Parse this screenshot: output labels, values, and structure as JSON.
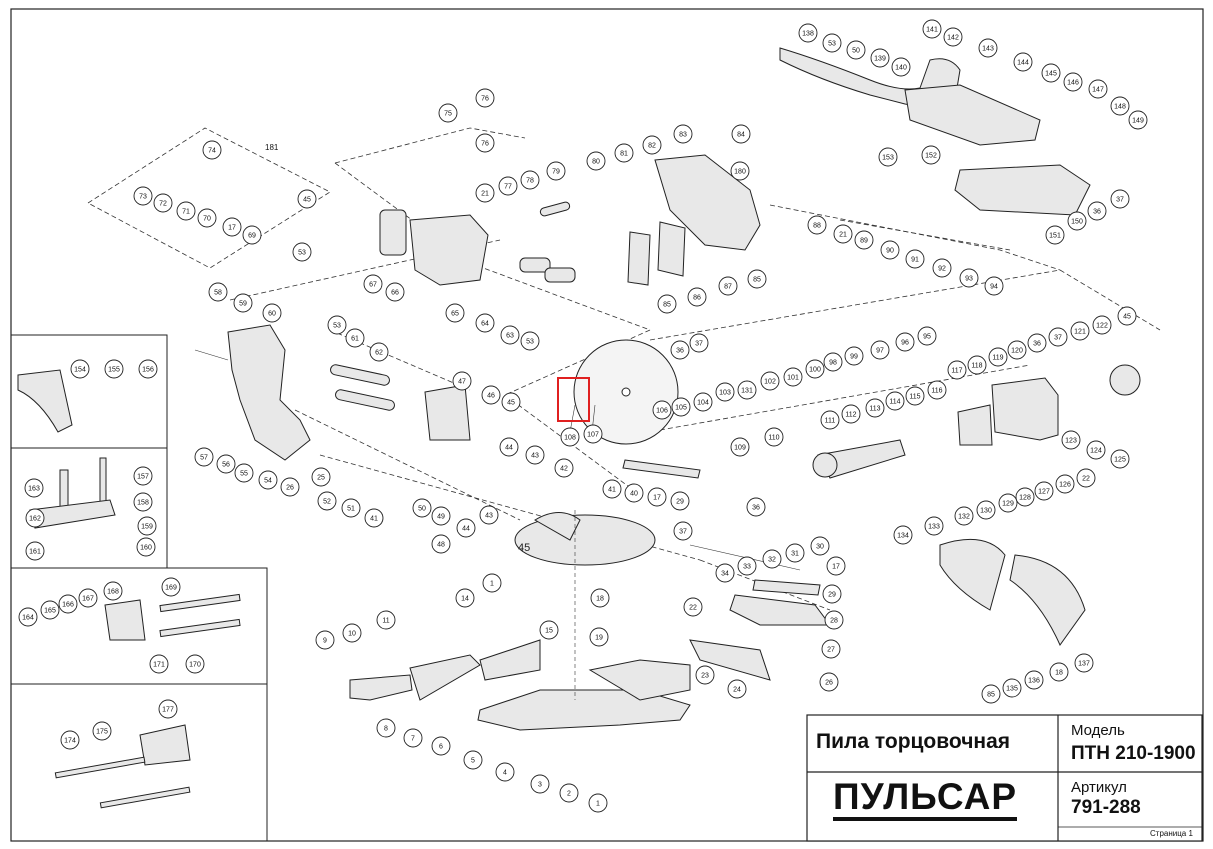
{
  "title_block": {
    "product_name": "Пила торцовочная",
    "model_label": "Модель",
    "model_value": "ПТН 210-1900",
    "article_label": "Артикул",
    "article_value": "791-288",
    "brand": "ПУЛЬСАР",
    "page": "Страница 1"
  },
  "assembly_label": "181",
  "angle_label": "45",
  "highlighted_part": "108",
  "callouts": [
    {
      "n": "138"
    },
    {
      "n": "53"
    },
    {
      "n": "50"
    },
    {
      "n": "139"
    },
    {
      "n": "140"
    },
    {
      "n": "141"
    },
    {
      "n": "142"
    },
    {
      "n": "143"
    },
    {
      "n": "144"
    },
    {
      "n": "145"
    },
    {
      "n": "146"
    },
    {
      "n": "147"
    },
    {
      "n": "148"
    },
    {
      "n": "149"
    },
    {
      "n": "153"
    },
    {
      "n": "152"
    },
    {
      "n": "150"
    },
    {
      "n": "36"
    },
    {
      "n": "37"
    },
    {
      "n": "151"
    },
    {
      "n": "76"
    },
    {
      "n": "75"
    },
    {
      "n": "76"
    },
    {
      "n": "74"
    },
    {
      "n": "73"
    },
    {
      "n": "72"
    },
    {
      "n": "71"
    },
    {
      "n": "70"
    },
    {
      "n": "17"
    },
    {
      "n": "69"
    },
    {
      "n": "45"
    },
    {
      "n": "21"
    },
    {
      "n": "77"
    },
    {
      "n": "78"
    },
    {
      "n": "79"
    },
    {
      "n": "80"
    },
    {
      "n": "81"
    },
    {
      "n": "82"
    },
    {
      "n": "83"
    },
    {
      "n": "84"
    },
    {
      "n": "180"
    },
    {
      "n": "53"
    },
    {
      "n": "67"
    },
    {
      "n": "66"
    },
    {
      "n": "65"
    },
    {
      "n": "64"
    },
    {
      "n": "63"
    },
    {
      "n": "53"
    },
    {
      "n": "85"
    },
    {
      "n": "86"
    },
    {
      "n": "87"
    },
    {
      "n": "85"
    },
    {
      "n": "88"
    },
    {
      "n": "21"
    },
    {
      "n": "89"
    },
    {
      "n": "90"
    },
    {
      "n": "91"
    },
    {
      "n": "92"
    },
    {
      "n": "93"
    },
    {
      "n": "94"
    },
    {
      "n": "95"
    },
    {
      "n": "58"
    },
    {
      "n": "59"
    },
    {
      "n": "60"
    },
    {
      "n": "53"
    },
    {
      "n": "61"
    },
    {
      "n": "62"
    },
    {
      "n": "47"
    },
    {
      "n": "46"
    },
    {
      "n": "45"
    },
    {
      "n": "57"
    },
    {
      "n": "56"
    },
    {
      "n": "55"
    },
    {
      "n": "54"
    },
    {
      "n": "26"
    },
    {
      "n": "25"
    },
    {
      "n": "52"
    },
    {
      "n": "51"
    },
    {
      "n": "41"
    },
    {
      "n": "50"
    },
    {
      "n": "49"
    },
    {
      "n": "108"
    },
    {
      "n": "107"
    },
    {
      "n": "106"
    },
    {
      "n": "105"
    },
    {
      "n": "104"
    },
    {
      "n": "103"
    },
    {
      "n": "36"
    },
    {
      "n": "37"
    },
    {
      "n": "131"
    },
    {
      "n": "102"
    },
    {
      "n": "101"
    },
    {
      "n": "100"
    },
    {
      "n": "98"
    },
    {
      "n": "99"
    },
    {
      "n": "97"
    },
    {
      "n": "96"
    },
    {
      "n": "45"
    },
    {
      "n": "122"
    },
    {
      "n": "121"
    },
    {
      "n": "37"
    },
    {
      "n": "36"
    },
    {
      "n": "120"
    },
    {
      "n": "119"
    },
    {
      "n": "118"
    },
    {
      "n": "117"
    },
    {
      "n": "116"
    },
    {
      "n": "115"
    },
    {
      "n": "114"
    },
    {
      "n": "113"
    },
    {
      "n": "112"
    },
    {
      "n": "111"
    },
    {
      "n": "110"
    },
    {
      "n": "109"
    },
    {
      "n": "123"
    },
    {
      "n": "124"
    },
    {
      "n": "125"
    },
    {
      "n": "44"
    },
    {
      "n": "43"
    },
    {
      "n": "42"
    },
    {
      "n": "41"
    },
    {
      "n": "40"
    },
    {
      "n": "17"
    },
    {
      "n": "29"
    },
    {
      "n": "44"
    },
    {
      "n": "43"
    },
    {
      "n": "48"
    },
    {
      "n": "37"
    },
    {
      "n": "36"
    },
    {
      "n": "32"
    },
    {
      "n": "31"
    },
    {
      "n": "30"
    },
    {
      "n": "33"
    },
    {
      "n": "34"
    },
    {
      "n": "17"
    },
    {
      "n": "29"
    },
    {
      "n": "28"
    },
    {
      "n": "27"
    },
    {
      "n": "26"
    },
    {
      "n": "22"
    },
    {
      "n": "23"
    },
    {
      "n": "24"
    },
    {
      "n": "134"
    },
    {
      "n": "133"
    },
    {
      "n": "132"
    },
    {
      "n": "130"
    },
    {
      "n": "129"
    },
    {
      "n": "128"
    },
    {
      "n": "127"
    },
    {
      "n": "126"
    },
    {
      "n": "22"
    },
    {
      "n": "18"
    },
    {
      "n": "137"
    },
    {
      "n": "136"
    },
    {
      "n": "135"
    },
    {
      "n": "85"
    },
    {
      "n": "14"
    },
    {
      "n": "1"
    },
    {
      "n": "18"
    },
    {
      "n": "19"
    },
    {
      "n": "15"
    },
    {
      "n": "11"
    },
    {
      "n": "10"
    },
    {
      "n": "9"
    },
    {
      "n": "8"
    },
    {
      "n": "7"
    },
    {
      "n": "6"
    },
    {
      "n": "5"
    },
    {
      "n": "4"
    },
    {
      "n": "3"
    },
    {
      "n": "2"
    },
    {
      "n": "1"
    },
    {
      "n": "154"
    },
    {
      "n": "155"
    },
    {
      "n": "156"
    },
    {
      "n": "163"
    },
    {
      "n": "157"
    },
    {
      "n": "158"
    },
    {
      "n": "162"
    },
    {
      "n": "159"
    },
    {
      "n": "161"
    },
    {
      "n": "160"
    },
    {
      "n": "164"
    },
    {
      "n": "165"
    },
    {
      "n": "166"
    },
    {
      "n": "167"
    },
    {
      "n": "168"
    },
    {
      "n": "169"
    },
    {
      "n": "171"
    },
    {
      "n": "170"
    },
    {
      "n": "177"
    },
    {
      "n": "174"
    },
    {
      "n": "175"
    }
  ]
}
